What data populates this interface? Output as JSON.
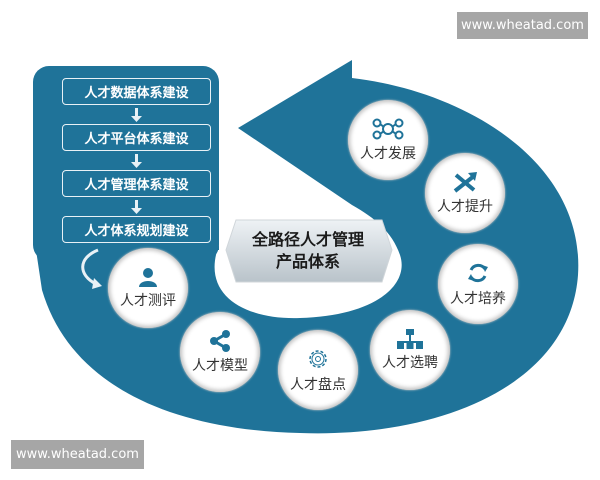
{
  "watermark": "www.wheatad.com",
  "center_title": {
    "line1": "全路径人才管理",
    "line2": "产品体系"
  },
  "steps": [
    "人才数据体系建设",
    "人才平台体系建设",
    "人才管理体系建设",
    "人才体系规划建设"
  ],
  "modules": [
    {
      "label": "人才测评",
      "icon": "person-icon"
    },
    {
      "label": "人才模型",
      "icon": "share-icon"
    },
    {
      "label": "人才盘点",
      "icon": "gear-icon"
    },
    {
      "label": "人才选聘",
      "icon": "org-chart-icon"
    },
    {
      "label": "人才培养",
      "icon": "refresh-icon"
    },
    {
      "label": "人才提升",
      "icon": "crossing-arrows-icon"
    },
    {
      "label": "人才发展",
      "icon": "network-icon"
    }
  ],
  "colors": {
    "brand": "#1f7399",
    "watermark_bg": "#a6a6a6"
  }
}
